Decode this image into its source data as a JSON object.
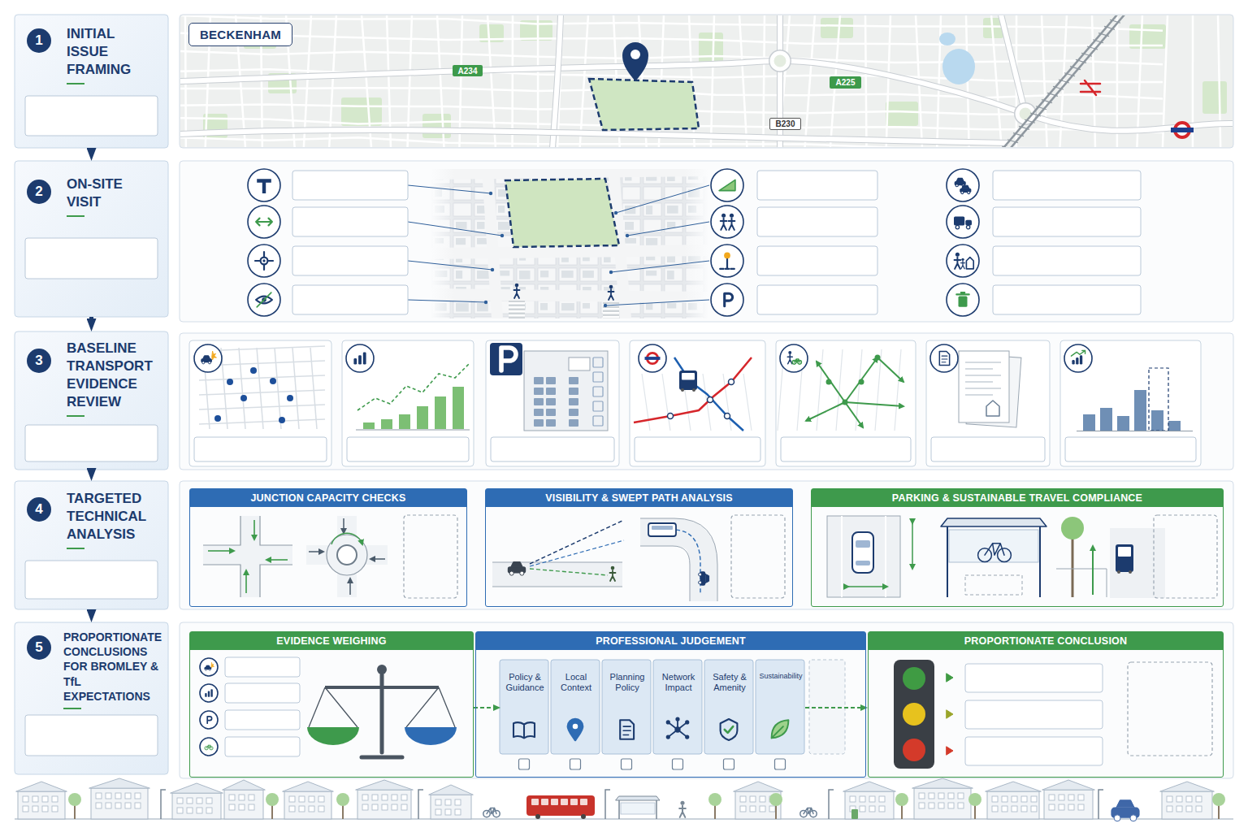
{
  "diagram": {
    "nodes": [
      {
        "text": [
          "INITIAL ISSUE FRAMING"
        ]
      },
      {
        "text": [
          "1"
        ],
        "in": 0
      },
      {
        "text": [
          "BECKENHAM"
        ]
      },
      {
        "text": [
          "A234"
        ]
      },
      {
        "text": [
          "A225"
        ]
      },
      {
        "text": [
          "B230"
        ]
      },
      {
        "text": [
          "ON-SITE VISIT"
        ]
      },
      {
        "text": [
          "2"
        ],
        "in": 6
      },
      {
        "text": [
          "BASELINE TRANSPORT EVIDENCE REVIEW"
        ]
      },
      {
        "text": [
          "3"
        ],
        "in": 8
      },
      {
        "text": [
          "TARGETED TECHNICAL ANALYSIS"
        ]
      },
      {
        "text": [
          "4"
        ],
        "in": 10
      },
      {
        "text": [
          "JUNCTION CAPACITY CHECKS"
        ]
      },
      {
        "text": [
          "VISIBILITY & SWEPT PATH ANALYSIS"
        ]
      },
      {
        "text": [
          "PARKING & SUSTAINABLE TRAVEL COMPLIANCE"
        ]
      },
      {
        "text": [
          "PROPORTIONATE CONCLUSIONS FOR BROMLEY & TfL EXPECTATIONS"
        ]
      },
      {
        "text": [
          "5"
        ],
        "in": 15
      },
      {
        "text": [
          "EVIDENCE WEIGHING"
        ]
      },
      {
        "text": [
          "PROFESSIONAL JUDGEMENT"
        ]
      },
      {
        "text": [
          "Policy & Guidance"
        ],
        "in": 18
      },
      {
        "text": [
          "Local Context"
        ],
        "in": 18
      },
      {
        "text": [
          "Planning Policy"
        ],
        "in": 18
      },
      {
        "text": [
          "Network Impact"
        ],
        "in": 18
      },
      {
        "text": [
          "Safety & Amenity"
        ],
        "in": 18
      },
      {
        "text": [
          "Sustainability"
        ],
        "in": 18
      },
      {
        "text": [
          "PROPORTIONATE CONCLUSION"
        ]
      }
    ],
    "edges": [
      {
        "from": 0,
        "to": 6,
        "arrow": "to"
      },
      {
        "from": 6,
        "to": 8,
        "arrow": "to"
      },
      {
        "from": 8,
        "to": 10,
        "arrow": "to"
      },
      {
        "from": 10,
        "to": 15,
        "arrow": "to"
      },
      {
        "from": 17,
        "to": 19,
        "arrow": "to"
      },
      {
        "from": 24,
        "to": 25,
        "arrow": "to"
      }
    ]
  }
}
